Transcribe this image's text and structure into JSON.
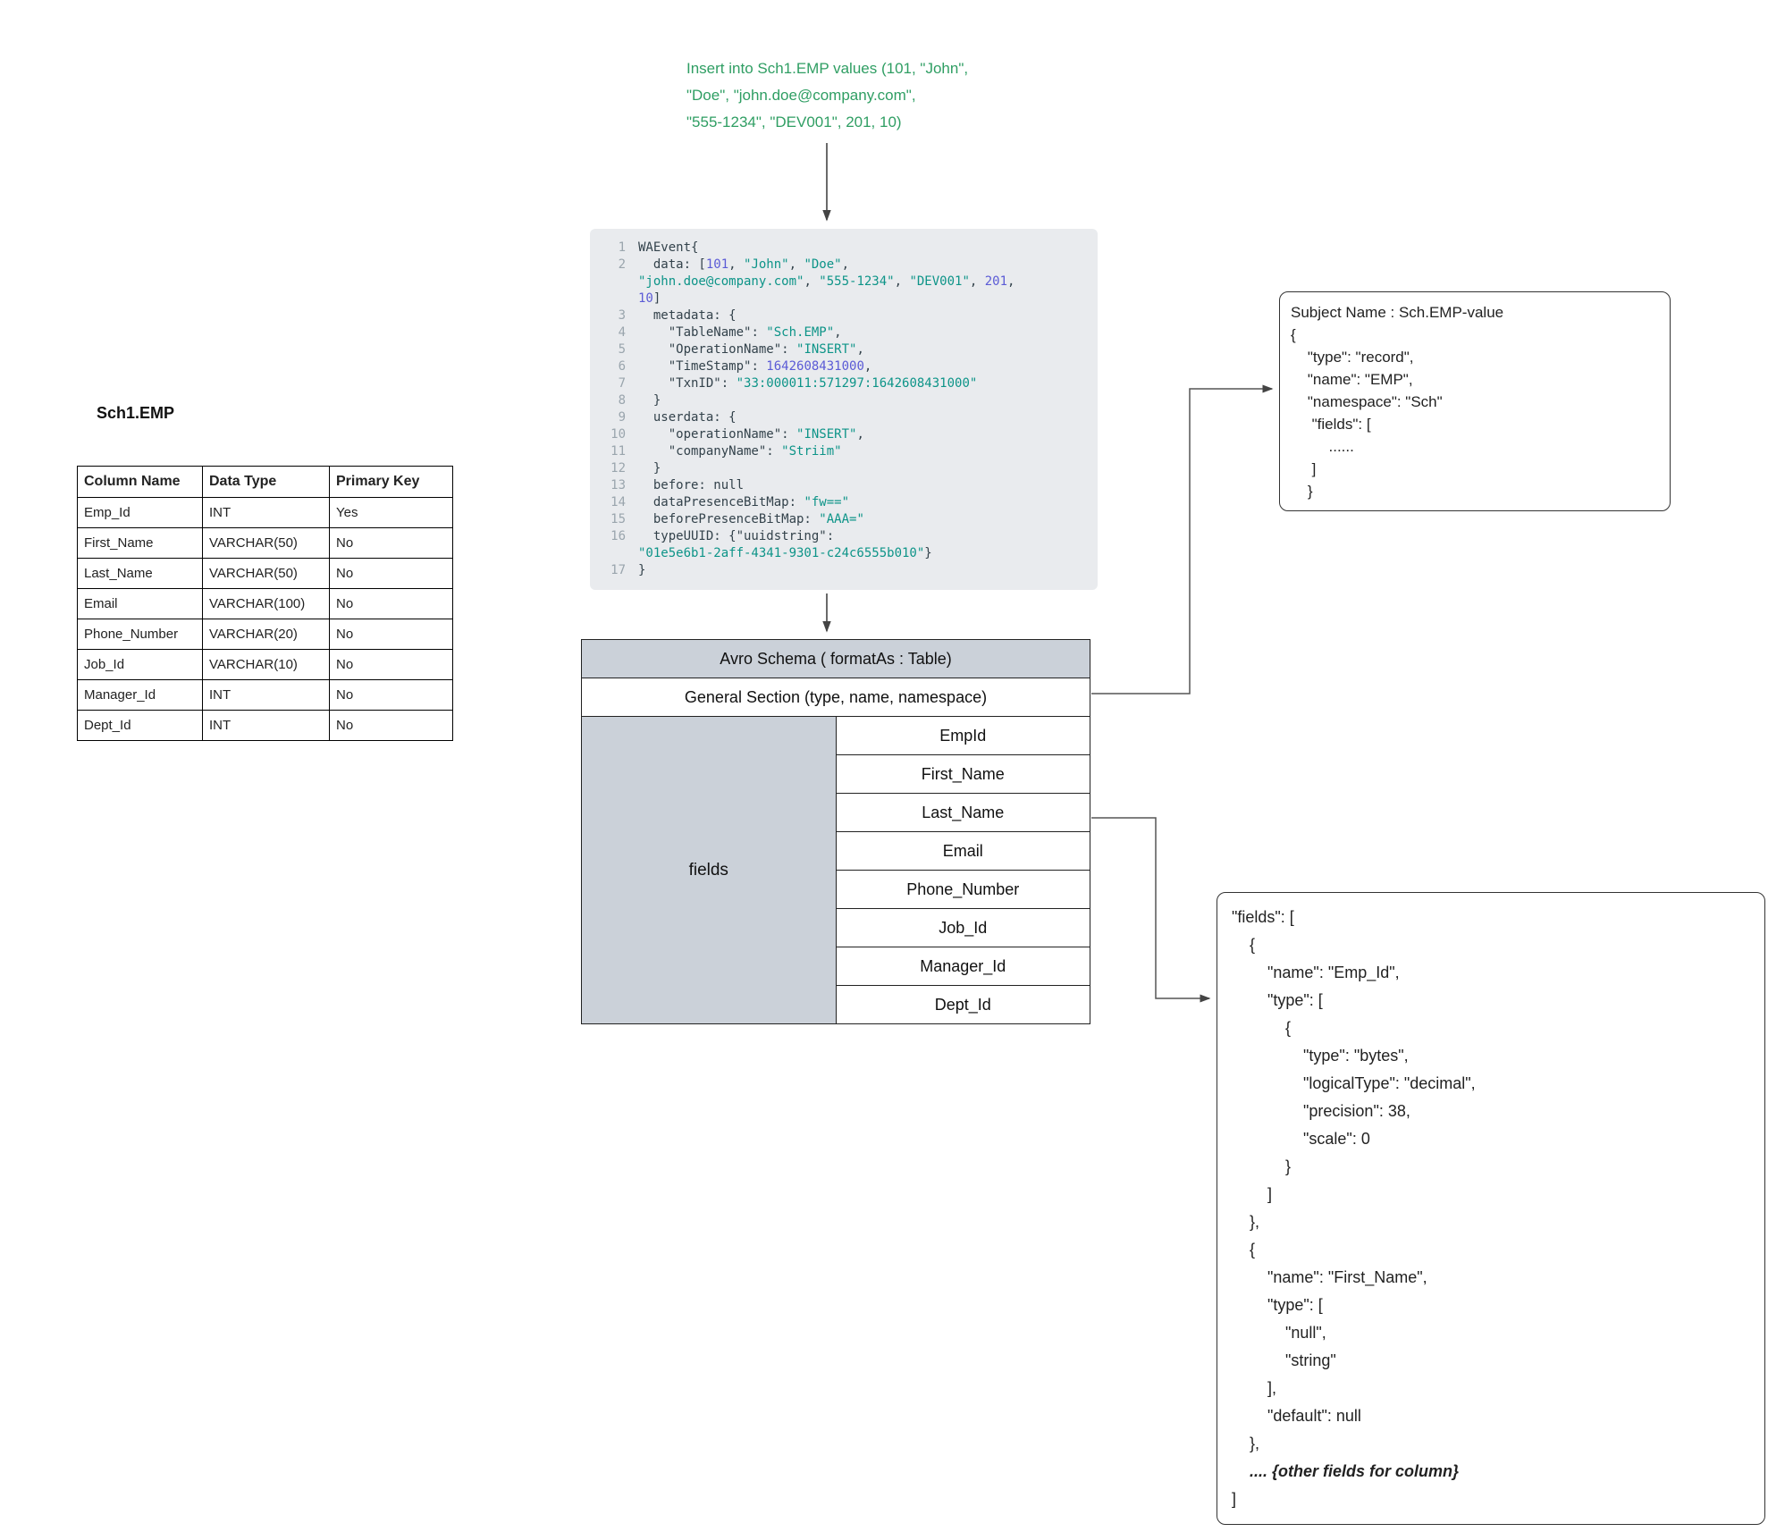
{
  "colors": {
    "insert_text": "#2f9e63",
    "code_bg": "#e9ebee",
    "code_string": "#0d9488",
    "code_number": "#5b5bd6",
    "table_header_bg": "#cbd1d9"
  },
  "insert_statement": {
    "lines": [
      "Insert into Sch1.EMP values (101, \"John\",",
      "\"Doe\", \"john.doe@company.com\",",
      "\"555-1234\", \"DEV001\", 201, 10)"
    ]
  },
  "waevent_code": {
    "lines": [
      {
        "n": "1",
        "text": "WAEvent{"
      },
      {
        "n": "2",
        "text": "  data: [101, \"John\", \"Doe\","
      },
      {
        "n": "",
        "text": "\"john.doe@company.com\", \"555-1234\", \"DEV001\", 201,"
      },
      {
        "n": "",
        "text": "10]"
      },
      {
        "n": "3",
        "text": "  metadata: {"
      },
      {
        "n": "4",
        "text": "    \"TableName\": \"Sch.EMP\","
      },
      {
        "n": "5",
        "text": "    \"OperationName\": \"INSERT\","
      },
      {
        "n": "6",
        "text": "    \"TimeStamp\": 1642608431000,"
      },
      {
        "n": "7",
        "text": "    \"TxnID\": \"33:000011:571297:1642608431000\""
      },
      {
        "n": "8",
        "text": "  }"
      },
      {
        "n": "9",
        "text": "  userdata: {"
      },
      {
        "n": "10",
        "text": "    \"operationName\": \"INSERT\","
      },
      {
        "n": "11",
        "text": "    \"companyName\": \"Striim\""
      },
      {
        "n": "12",
        "text": "  }"
      },
      {
        "n": "13",
        "text": "  before: null"
      },
      {
        "n": "14",
        "text": "  dataPresenceBitMap: \"fw==\""
      },
      {
        "n": "15",
        "text": "  beforePresenceBitMap: \"AAA=\""
      },
      {
        "n": "16",
        "text": "  typeUUID: {\"uuidstring\":"
      },
      {
        "n": "",
        "text": "\"01e5e6b1-2aff-4341-9301-c24c6555b010\"}"
      },
      {
        "n": "17",
        "text": "}"
      }
    ]
  },
  "emp_table": {
    "title": "Sch1.EMP",
    "headers": [
      "Column Name",
      "Data Type",
      "Primary Key"
    ],
    "rows": [
      [
        "Emp_Id",
        "INT",
        "Yes"
      ],
      [
        "First_Name",
        "VARCHAR(50)",
        "No"
      ],
      [
        "Last_Name",
        "VARCHAR(50)",
        "No"
      ],
      [
        "Email",
        "VARCHAR(100)",
        "No"
      ],
      [
        "Phone_Number",
        "VARCHAR(20)",
        "No"
      ],
      [
        "Job_Id",
        "VARCHAR(10)",
        "No"
      ],
      [
        "Manager_Id",
        "INT",
        "No"
      ],
      [
        "Dept_Id",
        "INT",
        "No"
      ]
    ]
  },
  "avro_table": {
    "title": "Avro Schema ( formatAs : Table)",
    "general_section": "General Section (type, name, namespace)",
    "fields_label": "fields",
    "field_rows": [
      "EmpId",
      "First_Name",
      "Last_Name",
      "Email",
      "Phone_Number",
      "Job_Id",
      "Manager_Id",
      "Dept_Id"
    ]
  },
  "subject_box": {
    "lines": [
      "Subject Name : Sch.EMP-value",
      "{",
      "    \"type\": \"record\",",
      "    \"name\": \"EMP\",",
      "    \"namespace\": \"Sch\"",
      "     \"fields\": [",
      "         ......",
      "     ]",
      "    }"
    ]
  },
  "fields_box": {
    "lines": [
      "\"fields\": [",
      "    {",
      "        \"name\": \"Emp_Id\",",
      "        \"type\": [",
      "            {",
      "                \"type\": \"bytes\",",
      "                \"logicalType\": \"decimal\",",
      "                \"precision\": 38,",
      "                \"scale\": 0",
      "            }",
      "        ]",
      "    },",
      "    {",
      "        \"name\": \"First_Name\",",
      "        \"type\": [",
      "            \"null\",",
      "            \"string\"",
      "        ],",
      "        \"default\": null",
      "    },"
    ],
    "note": "    .... {other fields for column}",
    "closing": "]"
  }
}
